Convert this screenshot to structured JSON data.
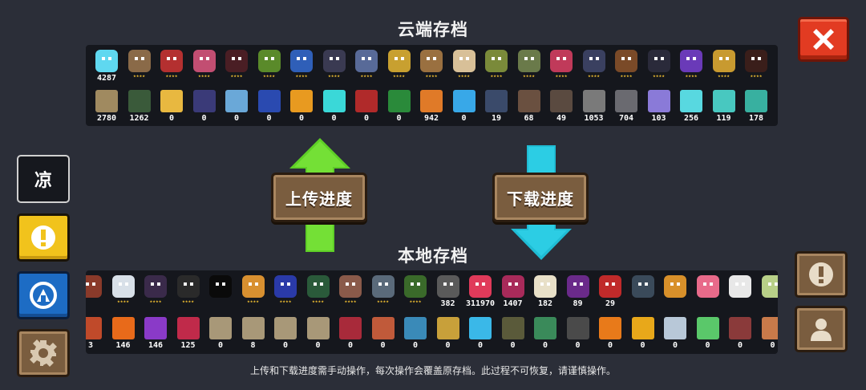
{
  "titles": {
    "cloud": "云端存档",
    "local": "本地存档"
  },
  "buttons": {
    "upload": "上传进度",
    "download": "下载进度",
    "side_cool": "凉"
  },
  "footer": "上传和下载进度需手动操作，每次操作会覆盖原存档。此过程不可恢复，请谨慎操作。",
  "colors": {
    "background": "#2b2e38",
    "panel": "#15171d",
    "upload_arrow": "#5ecf26",
    "download_arrow": "#1fbcd4",
    "close": "#e23b22",
    "warning": "#f1c31c",
    "blue": "#1d6cc4",
    "wood": "#7a5d3f"
  },
  "cloud": {
    "characters": [
      {
        "icon": "gem-icon",
        "value": "4287",
        "color": "#5fd8f0"
      },
      {
        "icon": "knight-icon",
        "stars": "⭑⭑⭑⭑",
        "color": "#8a6a48"
      },
      {
        "icon": "rogue-icon",
        "stars": "⭑⭑⭑⭑",
        "color": "#b43030"
      },
      {
        "icon": "witch-icon",
        "stars": "⭑⭑⭑⭑",
        "color": "#c24e72"
      },
      {
        "icon": "assassin-icon",
        "stars": "⭑⭑⭑⭑",
        "color": "#4a1e24"
      },
      {
        "icon": "engineer-icon",
        "stars": "⭑⭑⭑⭑",
        "color": "#5a8a2a"
      },
      {
        "icon": "robot-icon",
        "stars": "⭑⭑⭑⭑",
        "color": "#2f5fb8"
      },
      {
        "icon": "vampire-icon",
        "stars": "⭑⭑⭑⭑",
        "color": "#3a3a52"
      },
      {
        "icon": "paladin-icon",
        "stars": "⭑⭑⭑⭑",
        "color": "#586a98"
      },
      {
        "icon": "elf-icon",
        "stars": "⭑⭑⭑⭑",
        "color": "#c8a030"
      },
      {
        "icon": "werewolf-icon",
        "stars": "⭑⭑⭑⭑",
        "color": "#9a7040"
      },
      {
        "icon": "priest-icon",
        "stars": "⭑⭑⭑⭑",
        "color": "#d8c098"
      },
      {
        "icon": "druid-icon",
        "stars": "⭑⭑⭑⭑",
        "color": "#7a8a3a"
      },
      {
        "icon": "berserker-icon",
        "stars": "⭑⭑⭑⭑",
        "color": "#6a7a4a"
      },
      {
        "icon": "taoist-icon",
        "stars": "⭑⭑⭑⭑",
        "color": "#c03a5a"
      },
      {
        "icon": "demon-icon",
        "stars": "⭑⭑⭑⭑",
        "color": "#3a4060"
      },
      {
        "icon": "officer-icon",
        "stars": "⭑⭑⭑⭑",
        "color": "#7a4a28"
      },
      {
        "icon": "necromancer-icon",
        "stars": "⭑⭑⭑⭑",
        "color": "#2a2a3a"
      },
      {
        "icon": "wizard-icon",
        "stars": "⭑⭑⭑⭑",
        "color": "#6a3ab8"
      },
      {
        "icon": "armor-icon",
        "stars": "⭑⭑⭑⭑",
        "color": "#c89a30"
      },
      {
        "icon": "shadow-icon",
        "stars": "⭑⭑⭑⭑",
        "color": "#3a1e1a"
      }
    ],
    "materials": [
      {
        "icon": "fur-icon",
        "value": "2780",
        "color": "#a08a60"
      },
      {
        "icon": "battery-icon",
        "value": "1262",
        "color": "#3a5a3a"
      },
      {
        "icon": "scroll-icon",
        "value": "0",
        "color": "#e8b840"
      },
      {
        "icon": "spellbook-icon",
        "value": "0",
        "color": "#3a3a78"
      },
      {
        "icon": "crystal-icon",
        "value": "0",
        "color": "#6aa8d8"
      },
      {
        "icon": "flask-icon",
        "value": "0",
        "color": "#2a4ab0"
      },
      {
        "icon": "waffle-icon",
        "value": "0",
        "color": "#e89a20"
      },
      {
        "icon": "orb-icon",
        "value": "0",
        "color": "#3ad8d8"
      },
      {
        "icon": "goggles-icon",
        "value": "0",
        "color": "#b02a2a"
      },
      {
        "icon": "book-icon",
        "value": "0",
        "color": "#2a8a3a"
      },
      {
        "icon": "meat-icon",
        "value": "942",
        "color": "#e07a28"
      },
      {
        "icon": "ring-icon",
        "value": "0",
        "color": "#38a8e8"
      },
      {
        "icon": "eye-icon",
        "value": "19",
        "color": "#3a4a6a"
      },
      {
        "icon": "hammer-icon",
        "value": "68",
        "color": "#6a5040"
      },
      {
        "icon": "ore-icon",
        "value": "49",
        "color": "#5a4a40"
      },
      {
        "icon": "gear-part-icon",
        "value": "1053",
        "color": "#7a7a7a"
      },
      {
        "icon": "rock-icon",
        "value": "704",
        "color": "#6a6a70"
      },
      {
        "icon": "shard-purple-icon",
        "value": "103",
        "color": "#8a7ad8"
      },
      {
        "icon": "shard-cyan-icon",
        "value": "256",
        "color": "#58d8e0"
      },
      {
        "icon": "shard-teal-icon",
        "value": "119",
        "color": "#48c8c0"
      },
      {
        "icon": "shard-green-icon",
        "value": "178",
        "color": "#38b0a0"
      }
    ]
  },
  "local": {
    "characters": [
      {
        "icon": "partial-icon",
        "stars": "",
        "color": "#8a3a2a"
      },
      {
        "icon": "astronaut-icon",
        "stars": "⭑⭑⭑⭑",
        "color": "#d8e0e8"
      },
      {
        "icon": "dark-knight-icon",
        "stars": "⭑⭑⭑⭑",
        "color": "#3a2a4a"
      },
      {
        "icon": "hooded-icon",
        "stars": "⭑⭑⭑⭑",
        "color": "#2a2a2a"
      },
      {
        "icon": "silhouette-icon",
        "stars": "",
        "color": "#0a0a0a"
      },
      {
        "icon": "miner-icon",
        "stars": "⭑⭑⭑⭑",
        "color": "#d89030"
      },
      {
        "icon": "mage-icon",
        "stars": "⭑⭑⭑⭑",
        "color": "#2a3aa8"
      },
      {
        "icon": "box-icon",
        "stars": "⭑⭑⭑⭑",
        "color": "#2a5a3a"
      },
      {
        "icon": "staff-icon",
        "stars": "⭑⭑⭑⭑",
        "color": "#8a5a4a"
      },
      {
        "icon": "lens-icon",
        "stars": "⭑⭑⭑⭑",
        "color": "#5a6a7a"
      },
      {
        "icon": "plant-icon",
        "stars": "⭑⭑⭑⭑",
        "color": "#3a6a2a"
      },
      {
        "icon": "gun-icon",
        "value": "382",
        "color": "#5a5a5a"
      },
      {
        "icon": "slime-icon",
        "value": "311970",
        "color": "#e03a5a"
      },
      {
        "icon": "dragon-icon",
        "value": "1407",
        "color": "#a82a5a"
      },
      {
        "icon": "card-icon",
        "value": "182",
        "color": "#e8e0c8"
      },
      {
        "icon": "mask-purple-icon",
        "value": "89",
        "color": "#6a2a8a"
      },
      {
        "icon": "mask-red-icon",
        "value": "29",
        "color": "#c02a2a"
      },
      {
        "icon": "cube-pet-icon",
        "stars": "",
        "color": "#3a4a5a"
      },
      {
        "icon": "cat-pet-icon",
        "stars": "",
        "color": "#d8902a"
      },
      {
        "icon": "pig-pet-icon",
        "stars": "",
        "color": "#e86a8a"
      },
      {
        "icon": "panda-pet-icon",
        "stars": "",
        "color": "#e8e8e8"
      },
      {
        "icon": "skull-pet-icon",
        "stars": "",
        "color": "#b8d088"
      }
    ],
    "materials": [
      {
        "icon": "partial-item-icon",
        "value": "3",
        "color": "#c04a2a"
      },
      {
        "icon": "leaf-orange-icon",
        "value": "146",
        "color": "#e86a1a"
      },
      {
        "icon": "leaf-purple-icon",
        "value": "146",
        "color": "#8a3ac8"
      },
      {
        "icon": "leaf-red-icon",
        "value": "125",
        "color": "#c02a4a"
      },
      {
        "icon": "blueprint-icon",
        "value": "0",
        "color": "#a89878"
      },
      {
        "icon": "blueprint-icon",
        "value": "8",
        "color": "#a89878"
      },
      {
        "icon": "blueprint-icon",
        "value": "0",
        "color": "#a89878"
      },
      {
        "icon": "blueprint-icon",
        "value": "0",
        "color": "#a89878"
      },
      {
        "icon": "machine-icon",
        "value": "0",
        "color": "#a82a3a"
      },
      {
        "icon": "furniture-icon",
        "value": "0",
        "color": "#c05a3a"
      },
      {
        "icon": "tub-icon",
        "value": "0",
        "color": "#3a8ab8"
      },
      {
        "icon": "painting-icon",
        "value": "0",
        "color": "#c8a03a"
      },
      {
        "icon": "fish-icon",
        "value": "0",
        "color": "#3ab8e8"
      },
      {
        "icon": "tv-icon",
        "value": "0",
        "color": "#5a5a3a"
      },
      {
        "icon": "sign-icon",
        "value": "0",
        "color": "#3a8a5a"
      },
      {
        "icon": "can-icon",
        "value": "0",
        "color": "#4a4a4a"
      },
      {
        "icon": "carrot-icon",
        "value": "0",
        "color": "#e87a1a"
      },
      {
        "icon": "bottle-icon",
        "value": "0",
        "color": "#e8a81a"
      },
      {
        "icon": "trident-icon",
        "value": "0",
        "color": "#b8c8d8"
      },
      {
        "icon": "herb-icon",
        "value": "0",
        "color": "#5ac86a"
      },
      {
        "icon": "stove-icon",
        "value": "0",
        "color": "#8a3a3a"
      },
      {
        "icon": "crate-icon",
        "value": "0",
        "color": "#c87a4a"
      }
    ]
  }
}
